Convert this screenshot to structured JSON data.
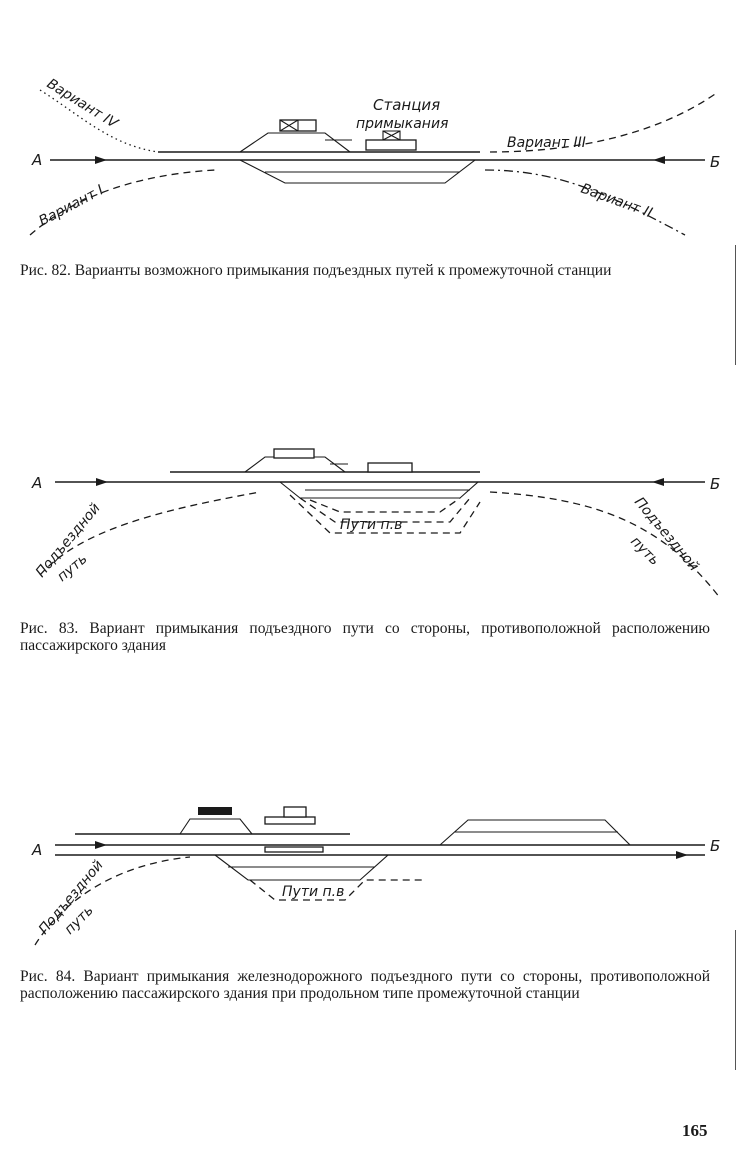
{
  "page_number": "165",
  "figures": [
    {
      "caption": "Рис. 82. Варианты возможного примыкания подъездных путей к промежуточной станции",
      "labels": {
        "a": "А",
        "b": "Б",
        "station": "Станция",
        "station2": "примыкания",
        "v1": "Вариант I",
        "v2": "Вариант II",
        "v3": "Вариант III",
        "v4": "Вариант IV"
      }
    },
    {
      "caption": "Рис. 83. Вариант примыкания подъездного пути со стороны, противоположной расположению пассажирского здания",
      "labels": {
        "a": "А",
        "b": "Б",
        "spur_left_1": "Подъездной",
        "spur_left_2": "путь",
        "spur_right_1": "Подъездной",
        "spur_right_2": "путь",
        "tracks": "Пути п.в"
      }
    },
    {
      "caption": "Рис. 84. Вариант примыкания железнодорожного подъездного пути со стороны, противоположной расположению пассажирского здания при продольном типе промежуточной станции",
      "labels": {
        "a": "А",
        "b": "Б",
        "spur_1": "Подъездной",
        "spur_2": "путь",
        "tracks": "Пути п.в"
      }
    }
  ]
}
